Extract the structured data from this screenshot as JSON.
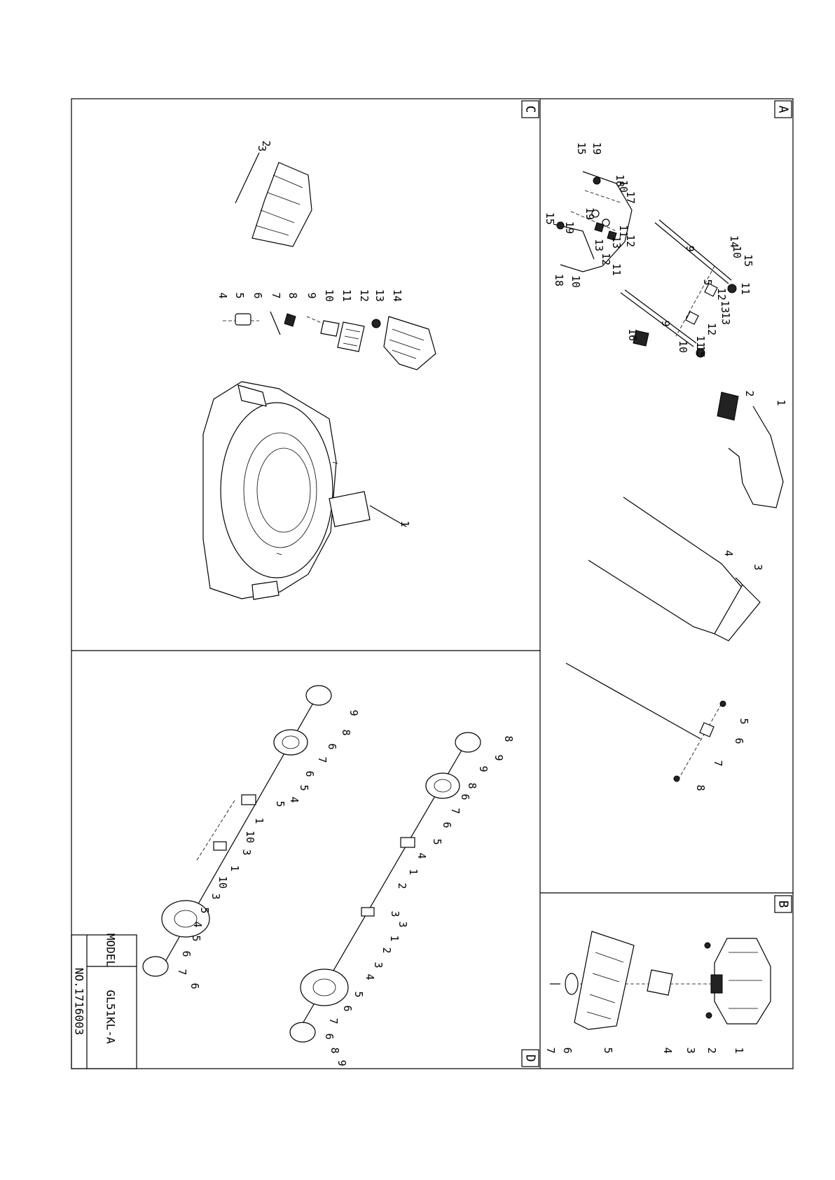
{
  "sections": {
    "A": {
      "letter": "A"
    },
    "B": {
      "letter": "B"
    },
    "C": {
      "letter": "C"
    },
    "D": {
      "letter": "D"
    }
  },
  "title_block": {
    "model_label": "MODEL",
    "model_value": "GL51KL-A",
    "drawing_no": "NO.1716003"
  },
  "labels": {
    "A": [
      "19",
      "15",
      "18",
      "10",
      "17",
      "19",
      "15",
      "19",
      "11",
      "12",
      "13",
      "13",
      "12",
      "11",
      "18",
      "10",
      "9",
      "14",
      "10",
      "15",
      "5",
      "11",
      "12",
      "13",
      "13",
      "12",
      "11",
      "16",
      "10",
      "15",
      "9",
      "2",
      "1",
      "4",
      "3",
      "5",
      "6",
      "7",
      "8"
    ],
    "B": [
      "1",
      "2",
      "3",
      "4",
      "5",
      "6",
      "7"
    ],
    "C": [
      "2",
      "3",
      "4",
      "5",
      "6",
      "7",
      "8",
      "9",
      "10",
      "11",
      "12",
      "13",
      "14",
      "1"
    ],
    "D": [
      "9",
      "8",
      "6",
      "7",
      "6",
      "5",
      "4",
      "5",
      "1",
      "10",
      "3",
      "1",
      "10",
      "3",
      "5",
      "4",
      "5",
      "6",
      "7",
      "6",
      "8",
      "9",
      "9",
      "8",
      "6",
      "7",
      "6",
      "5",
      "4",
      "1",
      "2",
      "3",
      "3",
      "1",
      "2",
      "3",
      "4",
      "5",
      "6",
      "7",
      "6",
      "8",
      "9"
    ]
  }
}
